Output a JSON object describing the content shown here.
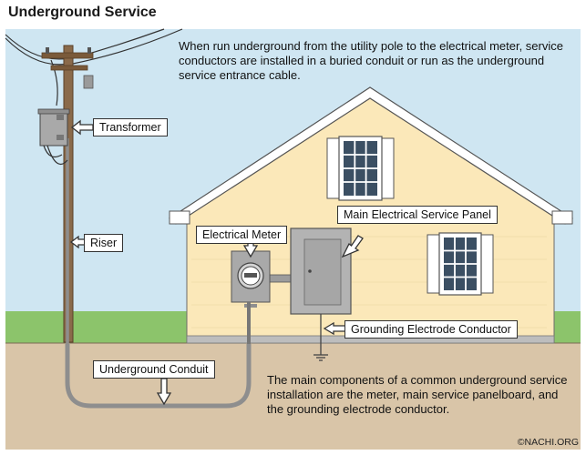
{
  "title": "Underground Service",
  "intro": {
    "lines": [
      "When run underground from the utility pole to the electrical meter, service",
      "conductors are installed in a buried conduit or run as the underground",
      "service entrance cable."
    ]
  },
  "labels": {
    "transformer": "Transformer",
    "riser": "Riser",
    "electrical_meter": "Electrical Meter",
    "main_panel": "Main Electrical Service Panel",
    "grounding_conductor": "Grounding Electrode Conductor",
    "underground_conduit": "Underground Conduit"
  },
  "summary": {
    "lines": [
      "The main components of a common underground service",
      "installation are the meter, main service panelboard, and",
      "the grounding electrode conductor."
    ]
  },
  "credit": "©NACHI.ORG",
  "colors": {
    "sky": "#cfe6f2",
    "grass": "#8cc46b",
    "soil": "#d9c5a8",
    "house_wall": "#fbe8b9",
    "roof_trim": "#ffffff",
    "pole": "#8a6a4a",
    "equipment_gray": "#b3b3b3"
  }
}
